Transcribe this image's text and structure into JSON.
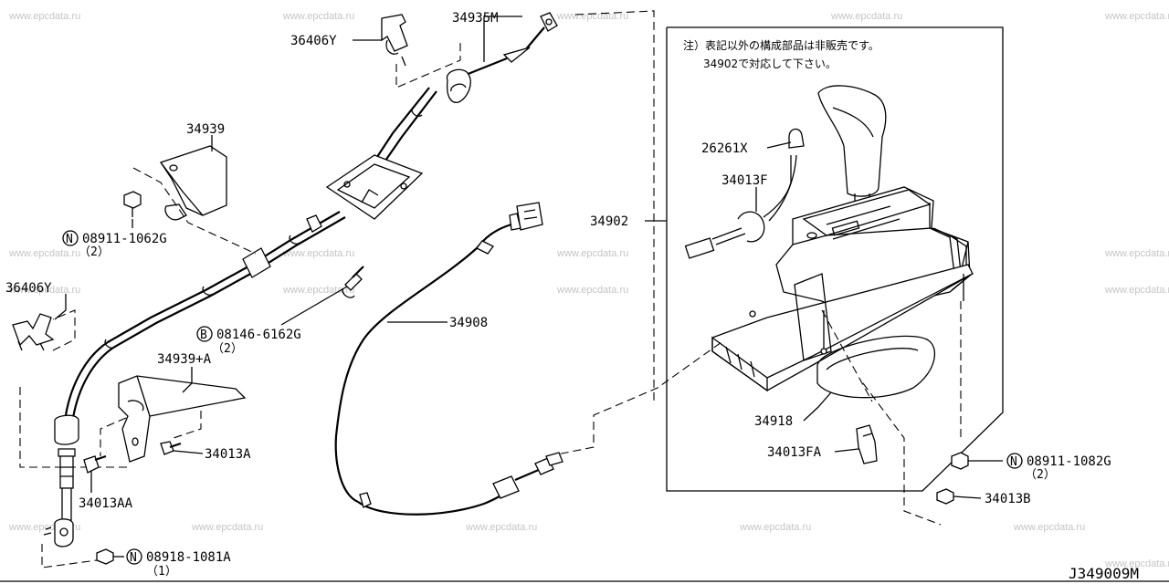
{
  "watermark": "www.epcdata.ru",
  "reference_code": "J349009M",
  "note": {
    "line1": "注）表記以外の構成部品は非販売です。",
    "line2": "34902で対応して下さい。"
  },
  "labels": {
    "cable_main": "34935M",
    "clip_upper": "36406Y",
    "clip_lower": "36406Y",
    "bracket_upper": "34939",
    "nut_upper_code": "08911-1062G",
    "nut_upper_qty": "（2）",
    "nut_upper_prefix": "N",
    "bolt_center_code": "08146-6162G",
    "bolt_center_qty": "（2）",
    "bolt_center_prefix": "B",
    "bracket_lower": "34939+A",
    "bolt_34013a": "34013A",
    "bolt_34013aa": "34013AA",
    "nut_lower_code": "08918-1081A",
    "nut_lower_qty": "（1）",
    "nut_lower_prefix": "N",
    "cable_34908": "34908",
    "bulb": "26261X",
    "socket": "34013F",
    "shifter_assy": "34902",
    "cover": "34918",
    "switch": "34013FA",
    "nut_right_code": "08911-1082G",
    "nut_right_qty": "（2）",
    "nut_right_prefix": "N",
    "nut_34013b": "34013B"
  },
  "colors": {
    "line": "#000000",
    "watermark": "#c4c4c4",
    "background": "#ffffff"
  }
}
